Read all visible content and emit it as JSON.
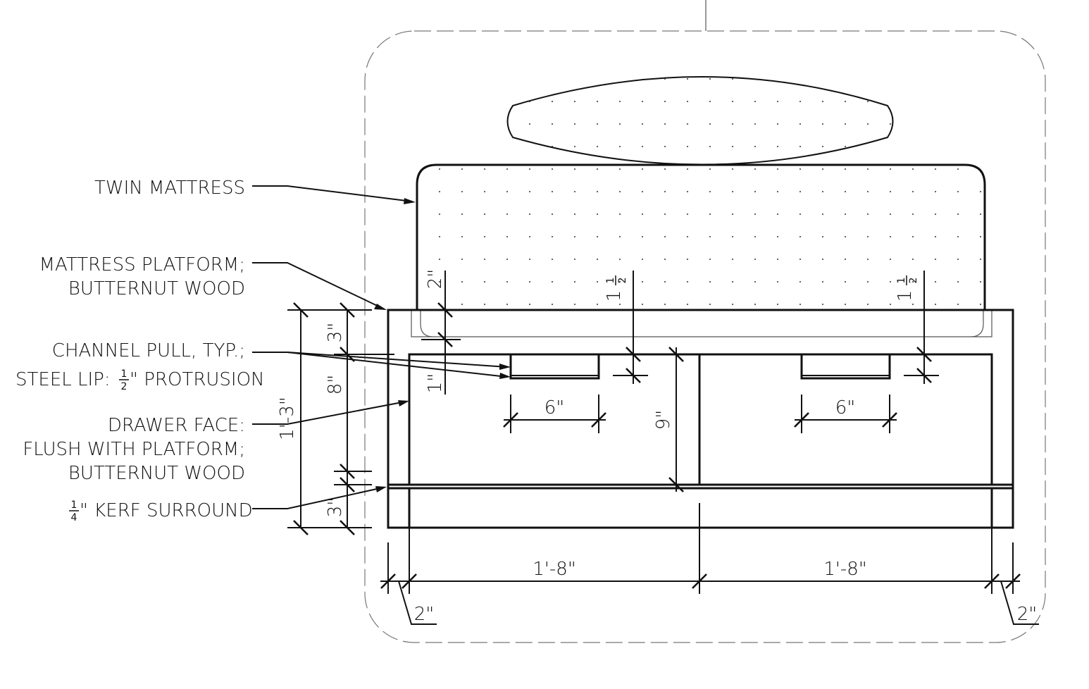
{
  "notes": {
    "twin_mattress": "TWIN MATTRESS",
    "platform_line1": "MATTRESS PLATFORM;",
    "platform_line2": "BUTTERNUT WOOD",
    "pull_line1": "CHANNEL PULL, TYP.;",
    "pull_line2_pre": "STEEL LIP: ",
    "pull_line2_post": "\" PROTRUSION",
    "drawer_line1": "DRAWER FACE:",
    "drawer_line2": "FLUSH WITH PLATFORM;",
    "drawer_line3": "BUTTERNUT WOOD",
    "kerf_post": "\" KERF SURROUND"
  },
  "fractions": {
    "half_num": "1",
    "half_den": "2",
    "quarter_num": "1",
    "quarter_den": "4"
  },
  "dimensions": {
    "overall_height": "1'-3\"",
    "top_rail": "3\"",
    "drawer_height": "8\"",
    "base_rail": "3\"",
    "platform_inset": "2\"",
    "pull_offset": "1\"",
    "drawer_face_height": "9\"",
    "pull_lip_left_whole": "1",
    "pull_lip_right_whole": "1",
    "pull_width_left": "6\"",
    "pull_width_right": "6\"",
    "drawer_width_left": "1'-8\"",
    "drawer_width_right": "1'-8\"",
    "side_left": "2\"",
    "side_right": "2\""
  }
}
